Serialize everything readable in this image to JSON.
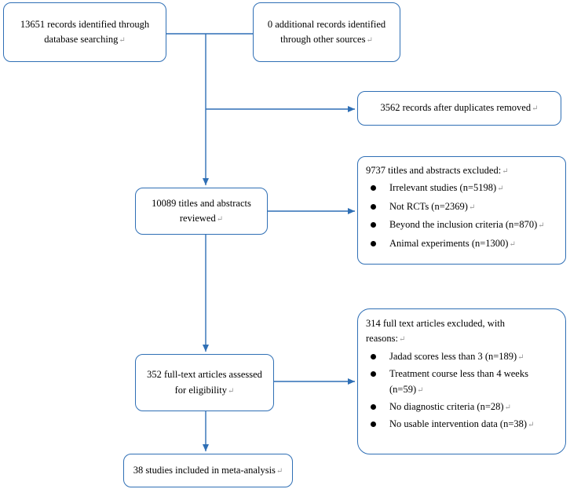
{
  "return_mark": "↵",
  "records_db": {
    "lines": [
      "13651 records identified through",
      "database searching"
    ]
  },
  "records_other": {
    "lines": [
      "0 additional records identified",
      "through other sources"
    ]
  },
  "duplicates": {
    "lines": [
      "3562 records after duplicates removed"
    ]
  },
  "screened": {
    "lines": [
      "10089 titles and abstracts",
      "reviewed"
    ]
  },
  "excluded_screening": {
    "heading": "9737 titles and abstracts excluded:",
    "items": [
      "Irrelevant studies (n=5198)",
      "Not RCTs (n=2369)",
      "Beyond the inclusion criteria (n=870)",
      "Animal experiments (n=1300)"
    ]
  },
  "fulltext": {
    "lines": [
      "352 full-text articles assessed",
      "for eligibility"
    ]
  },
  "excluded_fulltext": {
    "heading_lines": [
      "314 full text articles excluded, with",
      "reasons:"
    ],
    "items": [
      [
        "Jadad scores less than 3 (n=189)"
      ],
      [
        "Treatment course less than 4 weeks",
        "(n=59)"
      ],
      [
        "No diagnostic criteria (n=28)"
      ],
      [
        "No usable intervention data (n=38)"
      ]
    ]
  },
  "included": {
    "lines": [
      "38 studies included in meta-analysis"
    ]
  },
  "colors": {
    "border": "#2f6fb5",
    "arrow": "#2f6fb5",
    "mark": "#9a9a9a"
  }
}
